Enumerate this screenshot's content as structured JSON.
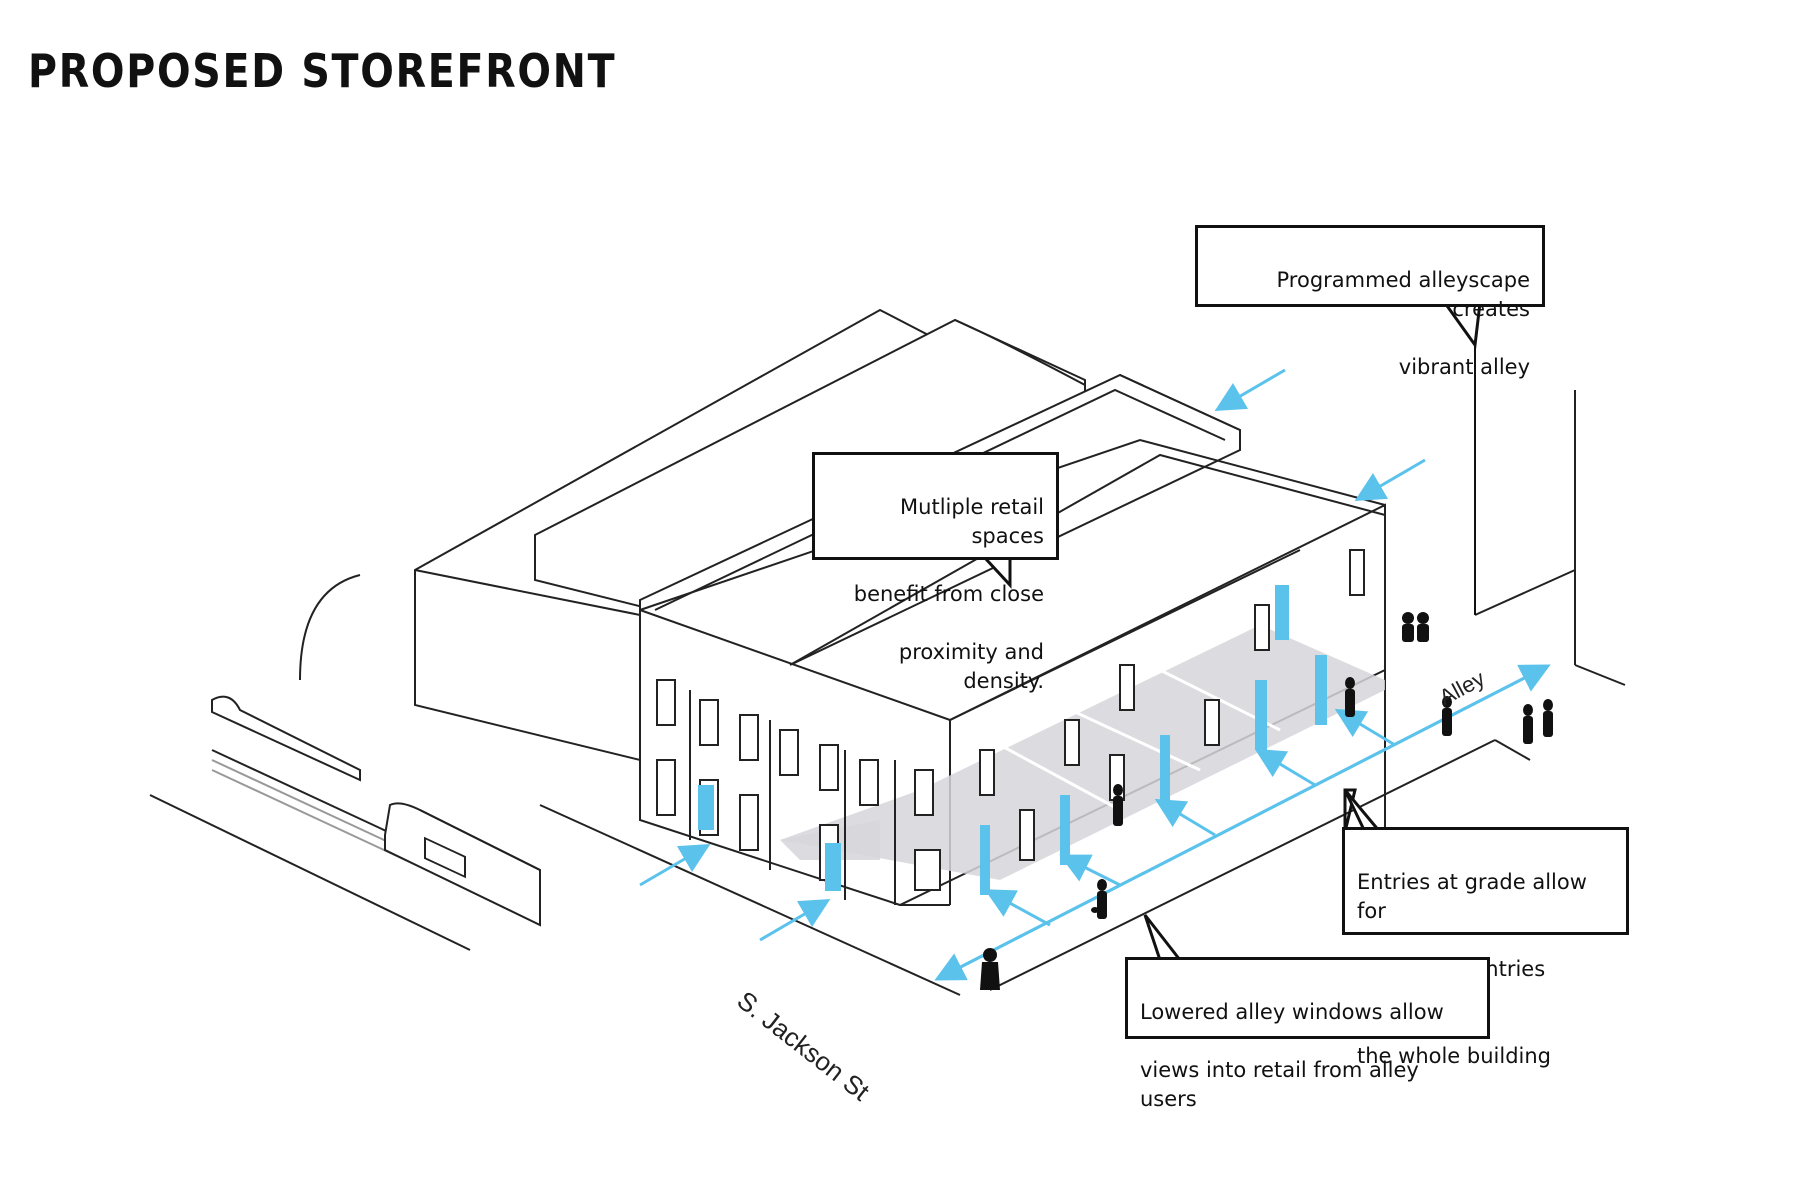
{
  "title": "PROPOSED STOREFRONT",
  "callouts": {
    "alleyscape": [
      "Programmed alleyscape creates",
      "vibrant alley"
    ],
    "retail": [
      "Mutliple retail spaces",
      "benefit from close",
      "proximity and density."
    ],
    "entries": [
      "Entries at grade allow for",
      "accessible entries across",
      "the whole building"
    ],
    "windows": [
      "Lowered alley windows allow",
      "views into retail from alley users"
    ]
  },
  "streets": {
    "main": "S. Jackson St",
    "alley": "Alley"
  },
  "colors": {
    "accent": "#5bc2ec",
    "line": "#222222",
    "floor": "#d6d6da"
  }
}
